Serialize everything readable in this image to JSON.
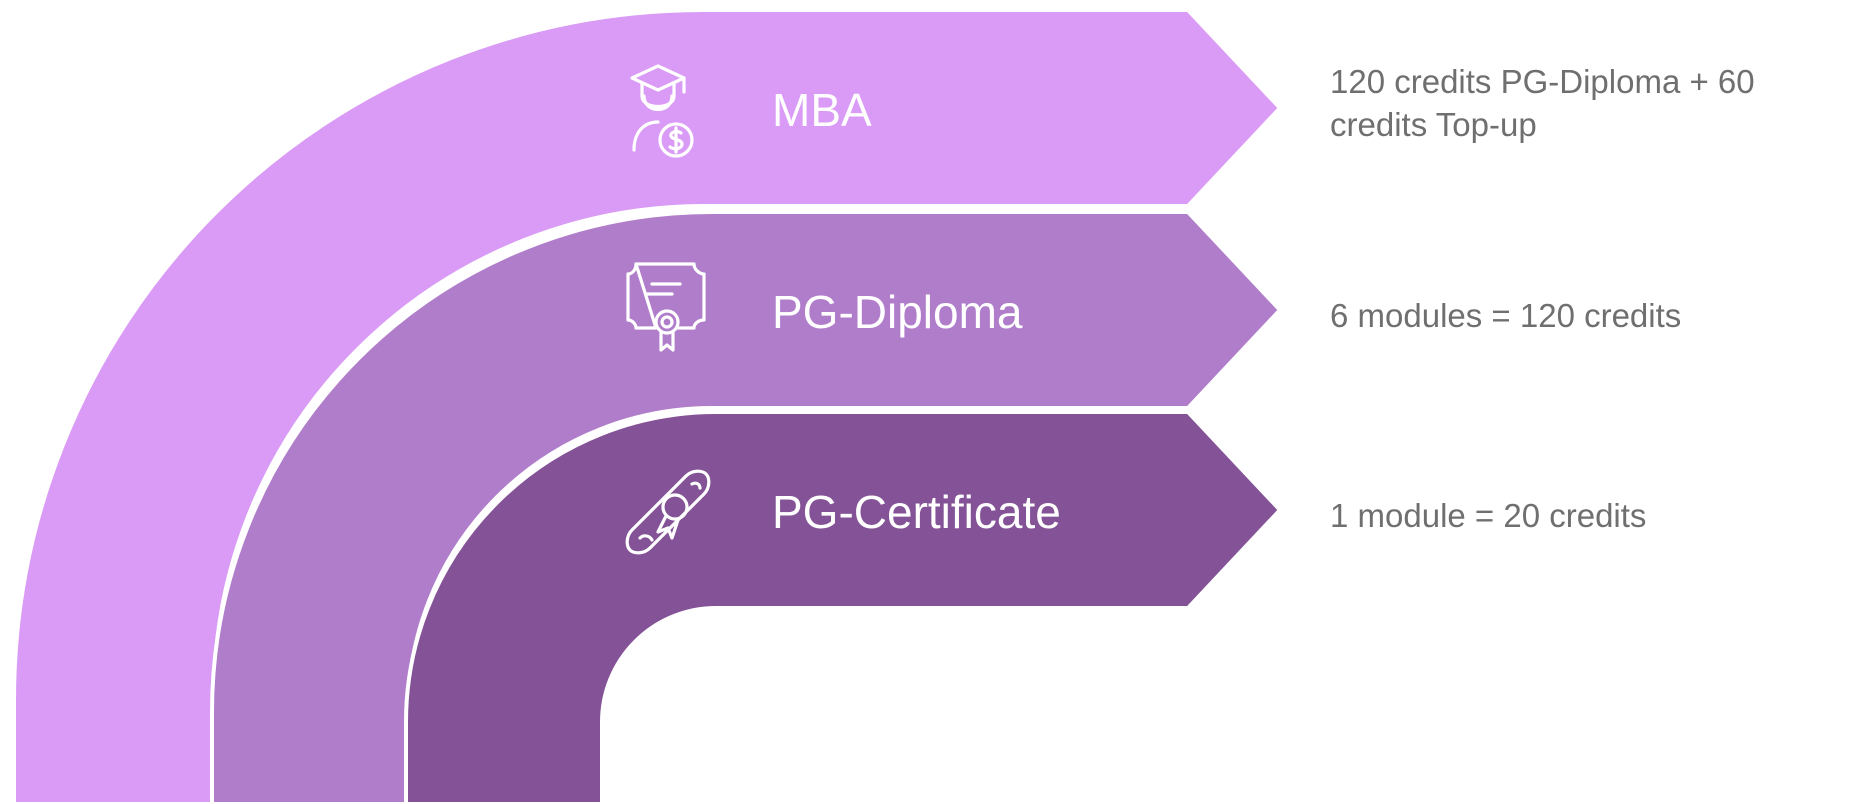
{
  "levels": [
    {
      "title": "MBA",
      "icon": "graduate-money-icon",
      "color": "#d99bf5",
      "description_lines": [
        "120 credits PG-Diploma + 60",
        "credits Top-up"
      ]
    },
    {
      "title": "PG-Diploma",
      "icon": "certificate-ribbon-icon",
      "color": "#b07dcb",
      "description_lines": [
        "6 modules = 120 credits"
      ]
    },
    {
      "title": "PG-Certificate",
      "icon": "diploma-scroll-icon",
      "color": "#845397",
      "description_lines": [
        "1 module = 20 credits"
      ]
    }
  ]
}
